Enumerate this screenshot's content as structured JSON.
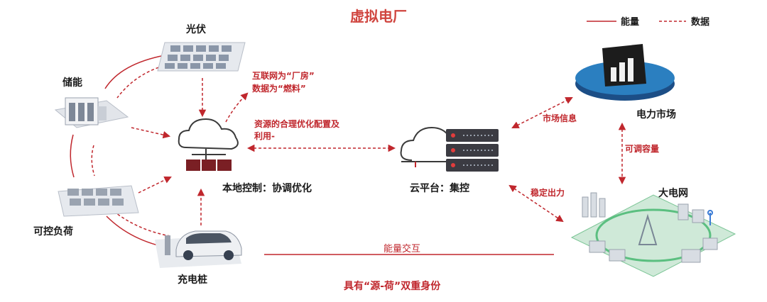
{
  "title": "虚拟电厂",
  "legend": {
    "energy": "能量",
    "data": "数据"
  },
  "nodes": {
    "pv": "光伏",
    "storage": "储能",
    "controllable_load": "可控负荷",
    "charging_pile": "充电桩",
    "local_control": "本地控制：协调优化",
    "cloud_platform": "云平台：集控",
    "power_market": "电力市场",
    "grid": "大电网"
  },
  "annotations": {
    "internet_factory": "互联网为“厂房”",
    "data_fuel": "数据为“燃料”",
    "resource_line1": "资源的合理优化配置及",
    "resource_line2": "利用-",
    "market_info": "市场信息",
    "adjustable_capacity": "可调容量",
    "stable_output": "稳定出力",
    "energy_exchange": "能量交互",
    "dual_identity": "具有“源-荷”双重身份"
  },
  "colors": {
    "accent": "#c0272d",
    "title": "#d0453f",
    "platform": "#2b7fc0"
  }
}
